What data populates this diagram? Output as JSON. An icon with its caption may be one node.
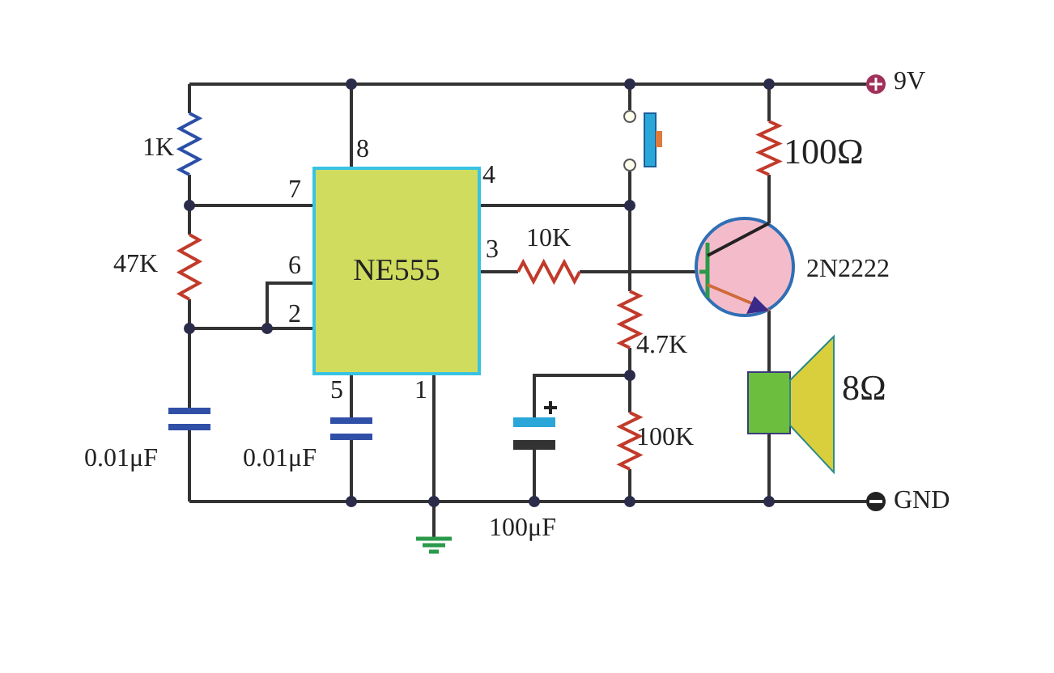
{
  "diagram": {
    "nodes": [
      {
        "text": [
          "NE555"
        ]
      }
    ],
    "labels": [
      "9V",
      "1K",
      "8",
      "4",
      "100Ω",
      "7",
      "10K",
      "3",
      "2N2222",
      "47K",
      "6",
      "2",
      "4.7K",
      "8Ω",
      "5",
      "1",
      "0.01μF",
      "0.01μF",
      "100K",
      "GND",
      "100μF"
    ]
  }
}
